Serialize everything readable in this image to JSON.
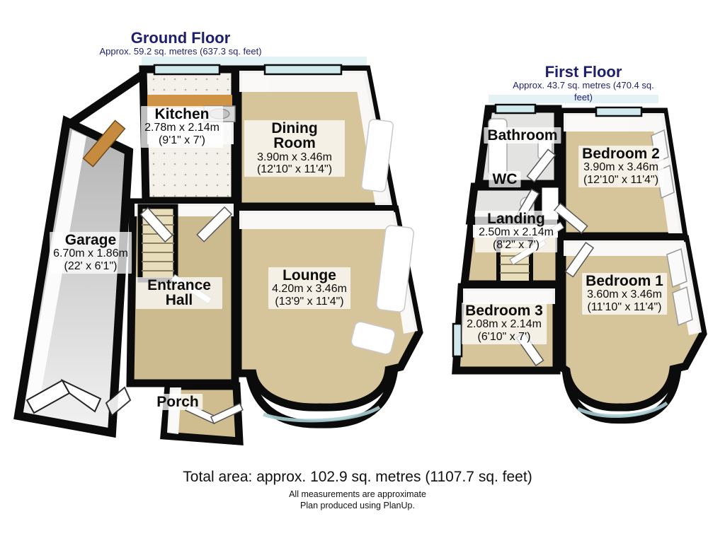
{
  "floors": [
    {
      "title": "Ground Floor",
      "subtitle": "Approx. 59.2 sq. metres (637.3 sq. feet)",
      "rooms": [
        {
          "name": "Kitchen",
          "metric": "2.78m x 2.14m",
          "imperial": "(9'1\" x 7')"
        },
        {
          "name": "Dining Room",
          "metric": "3.90m x 3.46m",
          "imperial": "(12'10\" x 11'4\")"
        },
        {
          "name": "Garage",
          "metric": "6.70m x 1.86m",
          "imperial": "(22' x 6'1\")"
        },
        {
          "name": "Entrance Hall"
        },
        {
          "name": "Lounge",
          "metric": "4.20m x 3.46m",
          "imperial": "(13'9\" x 11'4\")"
        },
        {
          "name": "Porch"
        }
      ]
    },
    {
      "title": "First Floor",
      "subtitle": "Approx. 43.7 sq. metres (470.4 sq. feet)",
      "rooms": [
        {
          "name": "Bathroom"
        },
        {
          "name": "WC"
        },
        {
          "name": "Landing",
          "metric": "2.50m x 2.14m",
          "imperial": "(8'2\" x 7')"
        },
        {
          "name": "Bedroom 2",
          "metric": "3.90m x 3.46m",
          "imperial": "(12'10\" x 11'4\")"
        },
        {
          "name": "Bedroom 1",
          "metric": "3.60m x 3.46m",
          "imperial": "(11'10\" x 11'4\")"
        },
        {
          "name": "Bedroom 3",
          "metric": "2.08m x 2.14m",
          "imperial": "(6'10\" x 7')"
        }
      ]
    }
  ],
  "footer": {
    "total_area": "Total area: approx. 102.9 sq. metres (1107.7 sq. feet)",
    "note1": "All measurements are approximate",
    "note2": "Plan produced using PlanUp."
  },
  "colors": {
    "title_navy": "#1e1e6e",
    "floor_beige": "#d6c59b",
    "wall_black": "#0b0b0b",
    "window_teal": "#cfe9ec",
    "wood_door": "#c68b3f"
  }
}
